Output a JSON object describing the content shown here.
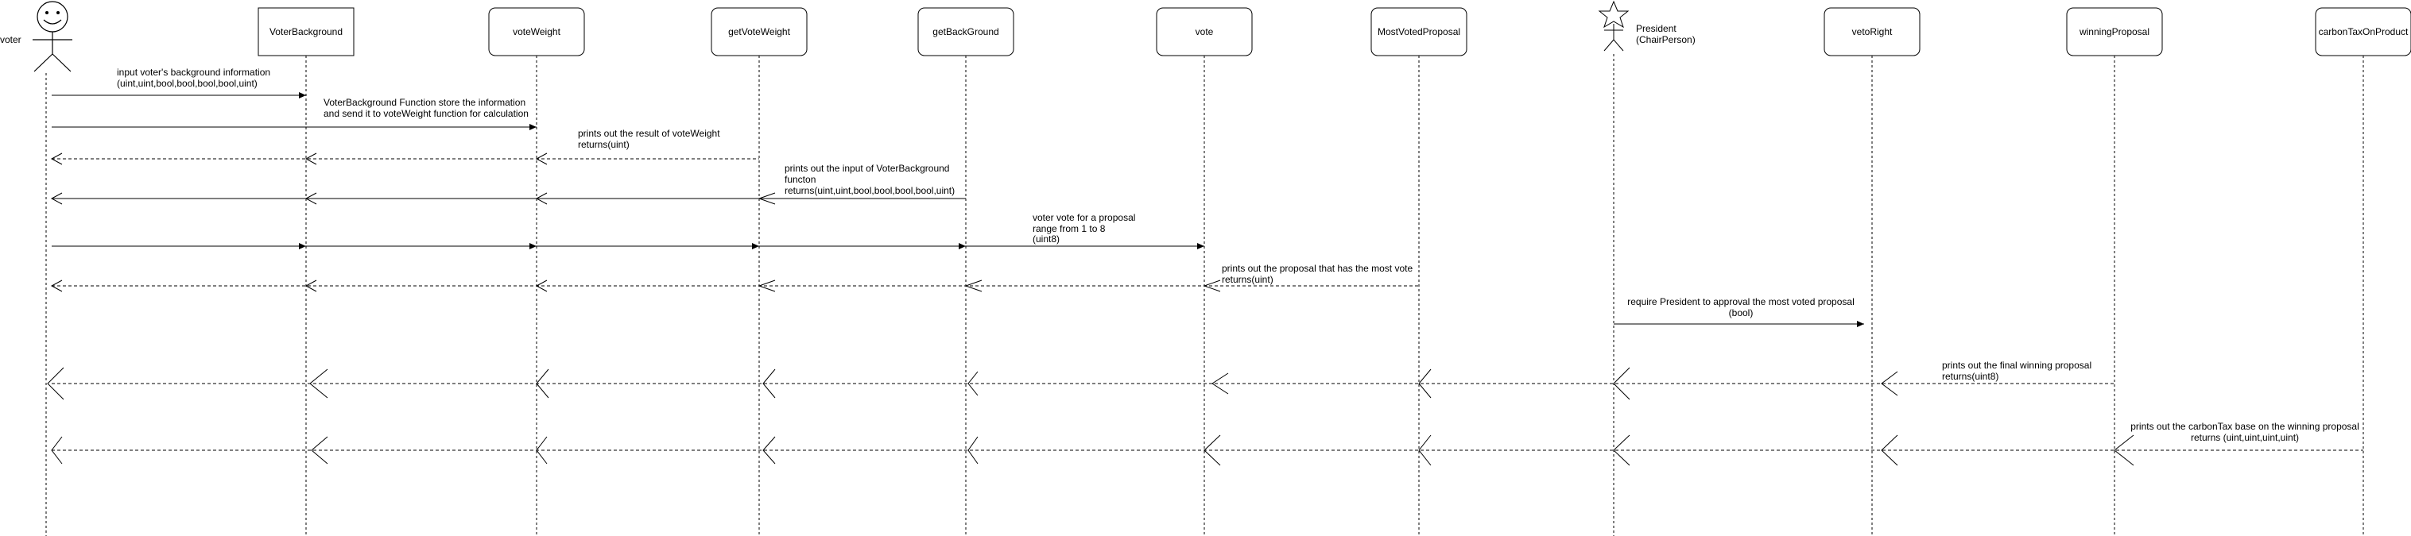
{
  "diagram": {
    "actor_voter": "voter",
    "actor_president_line1": "President",
    "actor_president_line2": "(ChairPerson)",
    "participants": [
      "VoterBackground",
      "voteWeight",
      "getVoteWeight",
      "getBackGround",
      "vote",
      "MostVotedProposal",
      "vetoRight",
      "winningProposal",
      "carbonTaxOnProduct"
    ],
    "messages": [
      {
        "lines": [
          "input voter's background information",
          "(uint,uint,bool,bool,bool,bool,uint)"
        ]
      },
      {
        "lines": [
          "VoterBackground Function store the information",
          "and send it to voteWeight function for calculation"
        ]
      },
      {
        "lines": [
          "prints out the result of voteWeight",
          "returns(uint)"
        ]
      },
      {
        "lines": [
          "prints out the input of VoterBackground",
          "functon",
          "returns(uint,uint,bool,bool,bool,bool,uint)"
        ]
      },
      {
        "lines": [
          "voter vote for a proposal",
          "range from 1 to 8",
          "(uint8)"
        ]
      },
      {
        "lines": [
          "prints out the proposal that has the most vote",
          "returns(uint)"
        ]
      },
      {
        "lines": [
          "require President to approval the most voted proposal",
          "(bool)"
        ]
      },
      {
        "lines": [
          "prints out the final winning proposal",
          "returns(uint8)"
        ]
      },
      {
        "lines": [
          "prints out the carbonTax base on the winning proposal",
          "returns (uint,uint,uint,uint)"
        ]
      }
    ]
  }
}
